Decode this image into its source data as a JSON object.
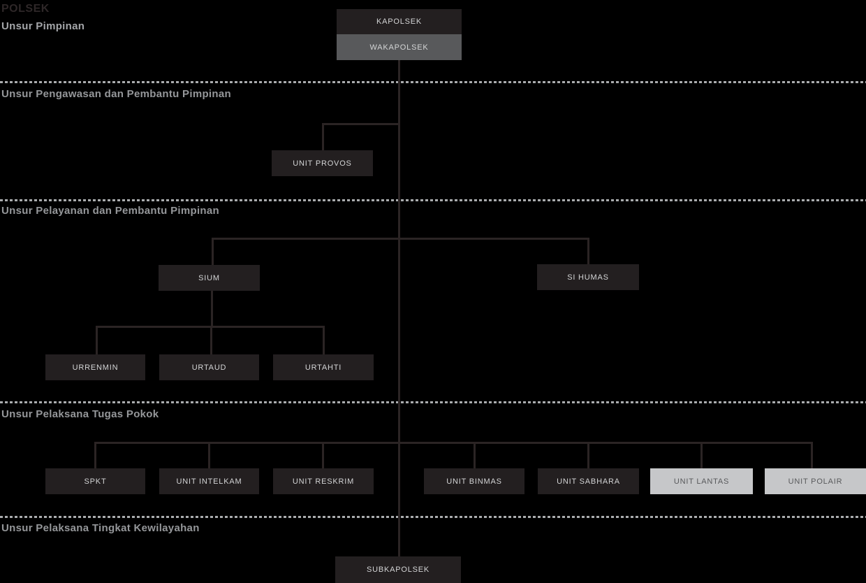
{
  "title": "POLSEK",
  "section_headers": {
    "pimpinan": "Unsur Pimpinan",
    "pengawasan": "Unsur Pengawasan dan Pembantu Pimpinan",
    "pelayanan": "Unsur Pelayanan dan Pembantu Pimpinan",
    "pelaksana_pokok": "Unsur Pelaksana Tugas Pokok",
    "kewilayahan": "Unsur Pelaksana Tingkat Kewilayahan"
  },
  "nodes": {
    "kapolsek": {
      "label": "KAPOLSEK",
      "variant": "dark"
    },
    "wakapolsek": {
      "label": "WAKAPOLSEK",
      "variant": "gray"
    },
    "unit_provos": {
      "label": "UNIT PROVOS",
      "variant": "dark"
    },
    "sium": {
      "label": "SIUM",
      "variant": "dark"
    },
    "si_humas": {
      "label": "SI HUMAS",
      "variant": "dark"
    },
    "urrenmin": {
      "label": "URRENMIN",
      "variant": "dark"
    },
    "urtaud": {
      "label": "URTAUD",
      "variant": "dark"
    },
    "urtahti": {
      "label": "URTAHTI",
      "variant": "dark"
    },
    "spkt": {
      "label": "SPKT",
      "variant": "dark"
    },
    "unit_intelkam": {
      "label": "UNIT INTELKAM",
      "variant": "dark"
    },
    "unit_reskrim": {
      "label": "UNIT RESKRIM",
      "variant": "dark"
    },
    "unit_binmas": {
      "label": "UNIT BINMAS",
      "variant": "dark"
    },
    "unit_sabhara": {
      "label": "UNIT SABHARA",
      "variant": "dark"
    },
    "unit_lantas": {
      "label": "UNIT LANTAS",
      "variant": "light"
    },
    "unit_polair": {
      "label": "UNIT POLAIR",
      "variant": "light"
    },
    "subkapolsek": {
      "label": "SUBKAPOLSEK",
      "variant": "dark"
    }
  },
  "colors": {
    "background": "#000000",
    "box_dark": "#231f20",
    "box_gray": "#58595b",
    "box_light": "#c6c7c9",
    "box_text_light": "#d4d5d6",
    "box_text_dark": "#58595b",
    "connector": "#2b2424",
    "divider_dash": "#aaacae",
    "section_header_text": "#95979a",
    "title_text": "#2e2728"
  }
}
